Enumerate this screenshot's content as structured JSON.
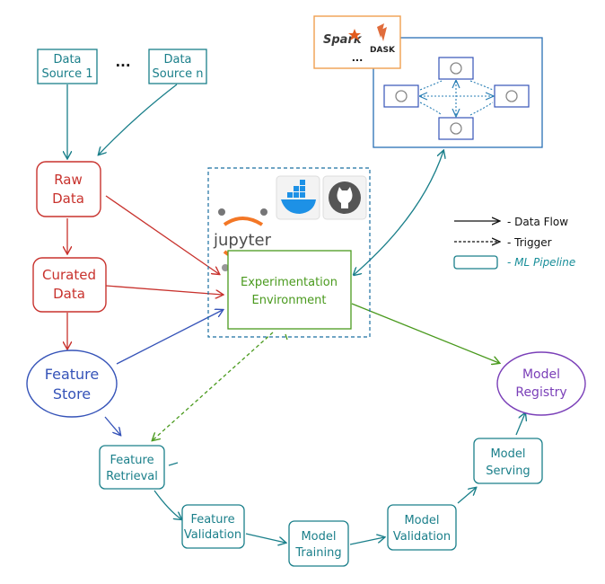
{
  "sources": {
    "source1": [
      "Data",
      "Source 1"
    ],
    "ellipsis": "...",
    "sourceN": [
      "Data",
      "Source n"
    ]
  },
  "storage": {
    "raw": [
      "Raw",
      "Data"
    ],
    "curated": [
      "Curated",
      "Data"
    ],
    "feature_store": [
      "Feature",
      "Store"
    ]
  },
  "compute": {
    "spark": "Spark",
    "dask": "DASK",
    "ellipsis": "..."
  },
  "experimentation": {
    "jupyter": "jupyter",
    "env": [
      "Experimentation",
      "Environment"
    ]
  },
  "pipeline": {
    "retrieval": [
      "Feature",
      "Retrieval"
    ],
    "validation": [
      "Feature",
      "Validation"
    ],
    "training": [
      "Model",
      "Training"
    ],
    "model_validation": [
      "Model",
      "Validation"
    ],
    "serving": [
      "Model",
      "Serving"
    ]
  },
  "registry": [
    "Model",
    "Registry"
  ],
  "legend": {
    "data_flow": "- Data Flow",
    "trigger": "- Trigger",
    "ml_pipeline": "- ML Pipeline"
  },
  "colors": {
    "teal": "#1a7f8a",
    "red": "#c8322d",
    "blue": "#3553b8",
    "purple": "#7a3fb8",
    "green": "#4a9a1e",
    "orange": "#f0a050",
    "docker": "#1d91e6"
  }
}
